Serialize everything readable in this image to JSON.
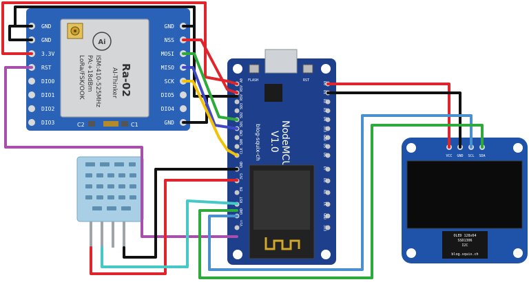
{
  "lora_module": {
    "left_pins": [
      "GND",
      "GND",
      "3.3V",
      "RST",
      "DIO0",
      "DIO1",
      "DIO2",
      "DIO3"
    ],
    "right_pins": [
      "GND",
      "NSS",
      "MOSI",
      "MISO",
      "SCK",
      "DIO5",
      "DIO4",
      "GND"
    ],
    "chip_title": "Ra-02",
    "chip_subtitle": "AI-Thinker",
    "chip_spec_1": "ISM:410-525MHz",
    "chip_spec_2": "PA:+18dBm",
    "chip_spec_3": "LoRa/FSK/OOK",
    "logo": "Ai",
    "cap_left": "C2",
    "cap_right": "C1"
  },
  "nodemcu": {
    "title": "NodeMCU",
    "version": "V1.0",
    "site": "blog-squix-ch",
    "btn_flash": "FLASH",
    "btn_rst": "RST",
    "left_pins": [
      "A0",
      "RSV",
      "RSV",
      "SD3",
      "SD2",
      "SD1",
      "CMD",
      "SD0",
      "CLK",
      "GND",
      "3V3",
      "EN",
      "RST",
      "GND",
      "Vin"
    ],
    "right_pins": [
      "D0",
      "D1",
      "D2",
      "D3",
      "D4",
      "3V3",
      "GND",
      "D5",
      "D6",
      "D7",
      "D8",
      "RX",
      "TX",
      "GND",
      "3V3"
    ]
  },
  "oled": {
    "pins": [
      "VCC",
      "GND",
      "SCL",
      "SDA"
    ],
    "label_1": "OLED 128x64",
    "label_2": "SSD1306",
    "label_3": "I2C",
    "label_4": "blog.squix.ch"
  },
  "colors": {
    "board_blue": "#1d3f8c",
    "lora_blue": "#2a62b8",
    "red": "#e0242b",
    "black": "#111111",
    "green": "#2eaa3a",
    "blue": "#3f49c7",
    "yellow": "#f2c20a",
    "purple": "#a84fae",
    "cyan": "#45c9c7",
    "steel": "#4a8fcf"
  }
}
